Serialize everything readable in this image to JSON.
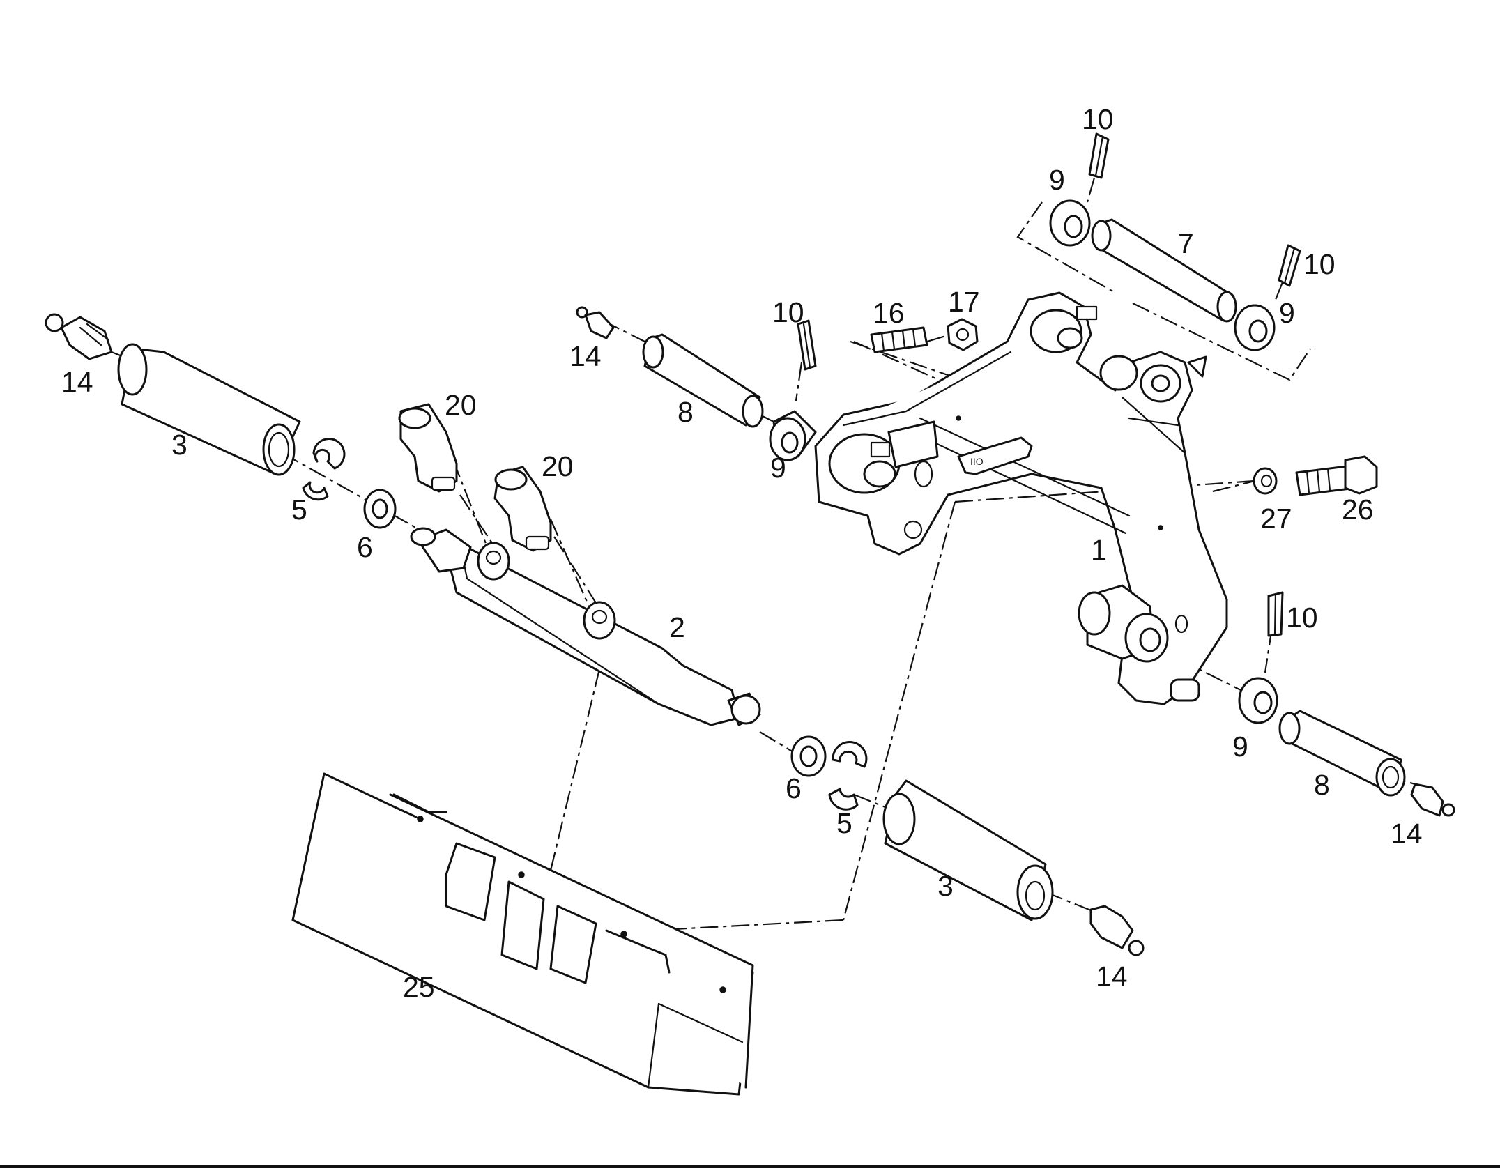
{
  "callouts": {
    "c1": "1",
    "c2": "2",
    "c3a": "3",
    "c3b": "3",
    "c5a": "5",
    "c5b": "5",
    "c6a": "6",
    "c6b": "6",
    "c7": "7",
    "c8a": "8",
    "c8b": "8",
    "c9a": "9",
    "c9b": "9",
    "c9c": "9",
    "c9d": "9",
    "c10a": "10",
    "c10b": "10",
    "c10c": "10",
    "c10d": "10",
    "c14a": "14",
    "c14b": "14",
    "c14c": "14",
    "c14d": "14",
    "c16": "16",
    "c17": "17",
    "c20a": "20",
    "c20b": "20",
    "c25": "25",
    "c26": "26",
    "c27": "27"
  }
}
